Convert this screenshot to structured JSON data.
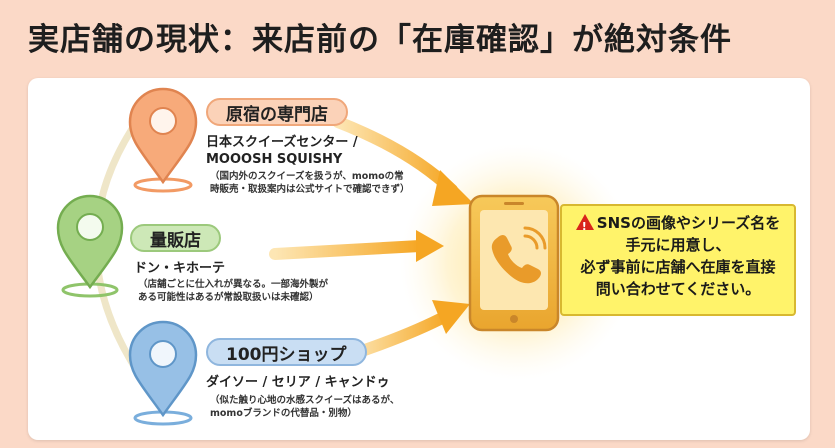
{
  "title": "実店舗の現状：来店前の「在庫確認」が絶対条件",
  "stores": [
    {
      "category": "原宿の専門店",
      "name_lines": [
        "日本スクイーズセンター /",
        "MOOOSH SQUISHY"
      ],
      "note_lines": [
        "（国内外のスクイーズを扱うが、momoの常",
        "時販売・取扱案内は公式サイトで確認できず）"
      ],
      "color": "#f29a64"
    },
    {
      "category": "量販店",
      "name_lines": [
        "ドン・キホーテ"
      ],
      "note_lines": [
        "（店舗ごとに仕入れが異なる。一部海外製が",
        "ある可能性はあるが常設取扱いは未確認）"
      ],
      "color": "#8fc46a"
    },
    {
      "category": "100円ショップ",
      "name_lines": [
        "ダイソー / セリア / キャンドゥ"
      ],
      "note_lines": [
        "（似た触り心地の水感スクイーズはあるが、",
        "momoブランドの代替品・別物）"
      ],
      "color": "#7aaedc"
    }
  ],
  "callout": {
    "lines": [
      "SNSの画像やシリーズ名を",
      "手元に用意し、",
      "必ず事前に店舗へ在庫を直接",
      "問い合わせてください。"
    ]
  },
  "icons": {
    "pin": "map-pin-icon",
    "phone": "phone-icon",
    "warning": "warning-icon",
    "arrow": "arrow-icon"
  },
  "colors": {
    "background": "#fbd9c7",
    "arrow": "#f5a623",
    "callout": "#fff36a",
    "warning": "#d9231b"
  }
}
